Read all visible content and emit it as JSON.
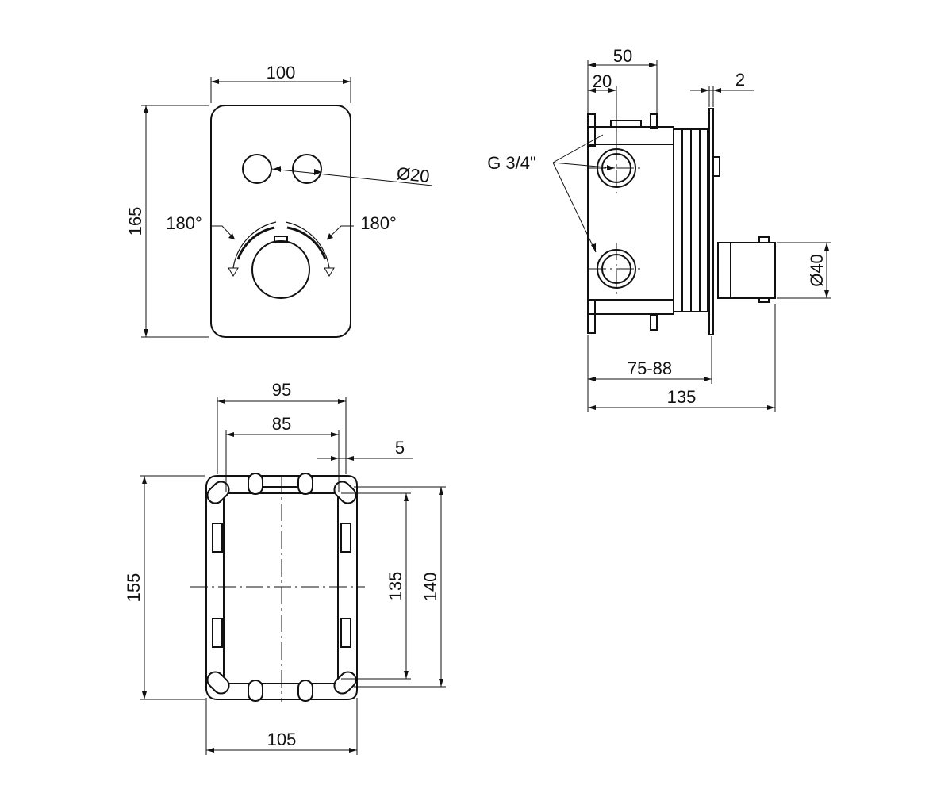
{
  "front_view": {
    "width": "100",
    "height": "165",
    "button_diameter": "Ø20",
    "rotation_left": "180°",
    "rotation_right": "180°"
  },
  "side_view": {
    "depth_outer": "50",
    "depth_inner": "20",
    "plate": "2",
    "thread": "G 3/4\"",
    "cartridge_diameter": "Ø40",
    "install_depth": "75-88",
    "total_depth": "135"
  },
  "box_view": {
    "width_outer": "95",
    "width_inner": "85",
    "lug": "5",
    "height_total": "155",
    "height_inner": "135",
    "height_mid": "140",
    "width_bottom": "105"
  }
}
